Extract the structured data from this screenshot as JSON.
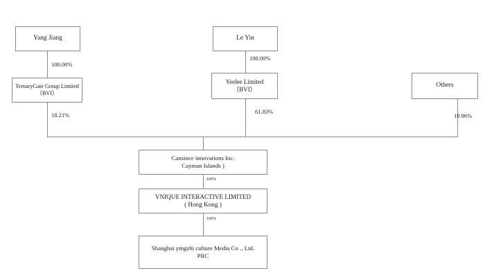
{
  "diagram": {
    "title": "Corporate Ownership Structure",
    "type": "org-chart",
    "line_color": "#8a8a8a",
    "text_color": "#1a1a1a",
    "background": "#ffffff"
  },
  "nodes": {
    "yang_jiang": {
      "line1": "Yang Jiang",
      "line2": ""
    },
    "le_yin": {
      "line1": "Le Yin",
      "line2": ""
    },
    "ternarygate": {
      "line1": "TernaryGate Group Limited",
      "line2": "（BVI）"
    },
    "yeelee": {
      "line1": "Yeelee Limited",
      "line2": "（BVI）"
    },
    "others": {
      "line1": "Others",
      "line2": ""
    },
    "cansince": {
      "line1": "Cansince innovations Inc.",
      "line2": "Cayman Islands )"
    },
    "vnique": {
      "line1": "VNIQUE INTERACTIVE LIMITED",
      "line2": "( Hong Kong )"
    },
    "shanghai": {
      "line1": "Shanghai yingzhi culture Media Co ., Ltd.",
      "line2": "PRC"
    }
  },
  "edges": {
    "yang_to_ternarygate": "100.00%",
    "leyin_to_yeelee": "100.00%",
    "ternarygate_to_cansince": "18.21%",
    "yeelee_to_cansince": "61.83%",
    "others_to_cansince": "19.96%",
    "cansince_to_vnique": "100%",
    "vnique_to_shanghai": "100%"
  }
}
